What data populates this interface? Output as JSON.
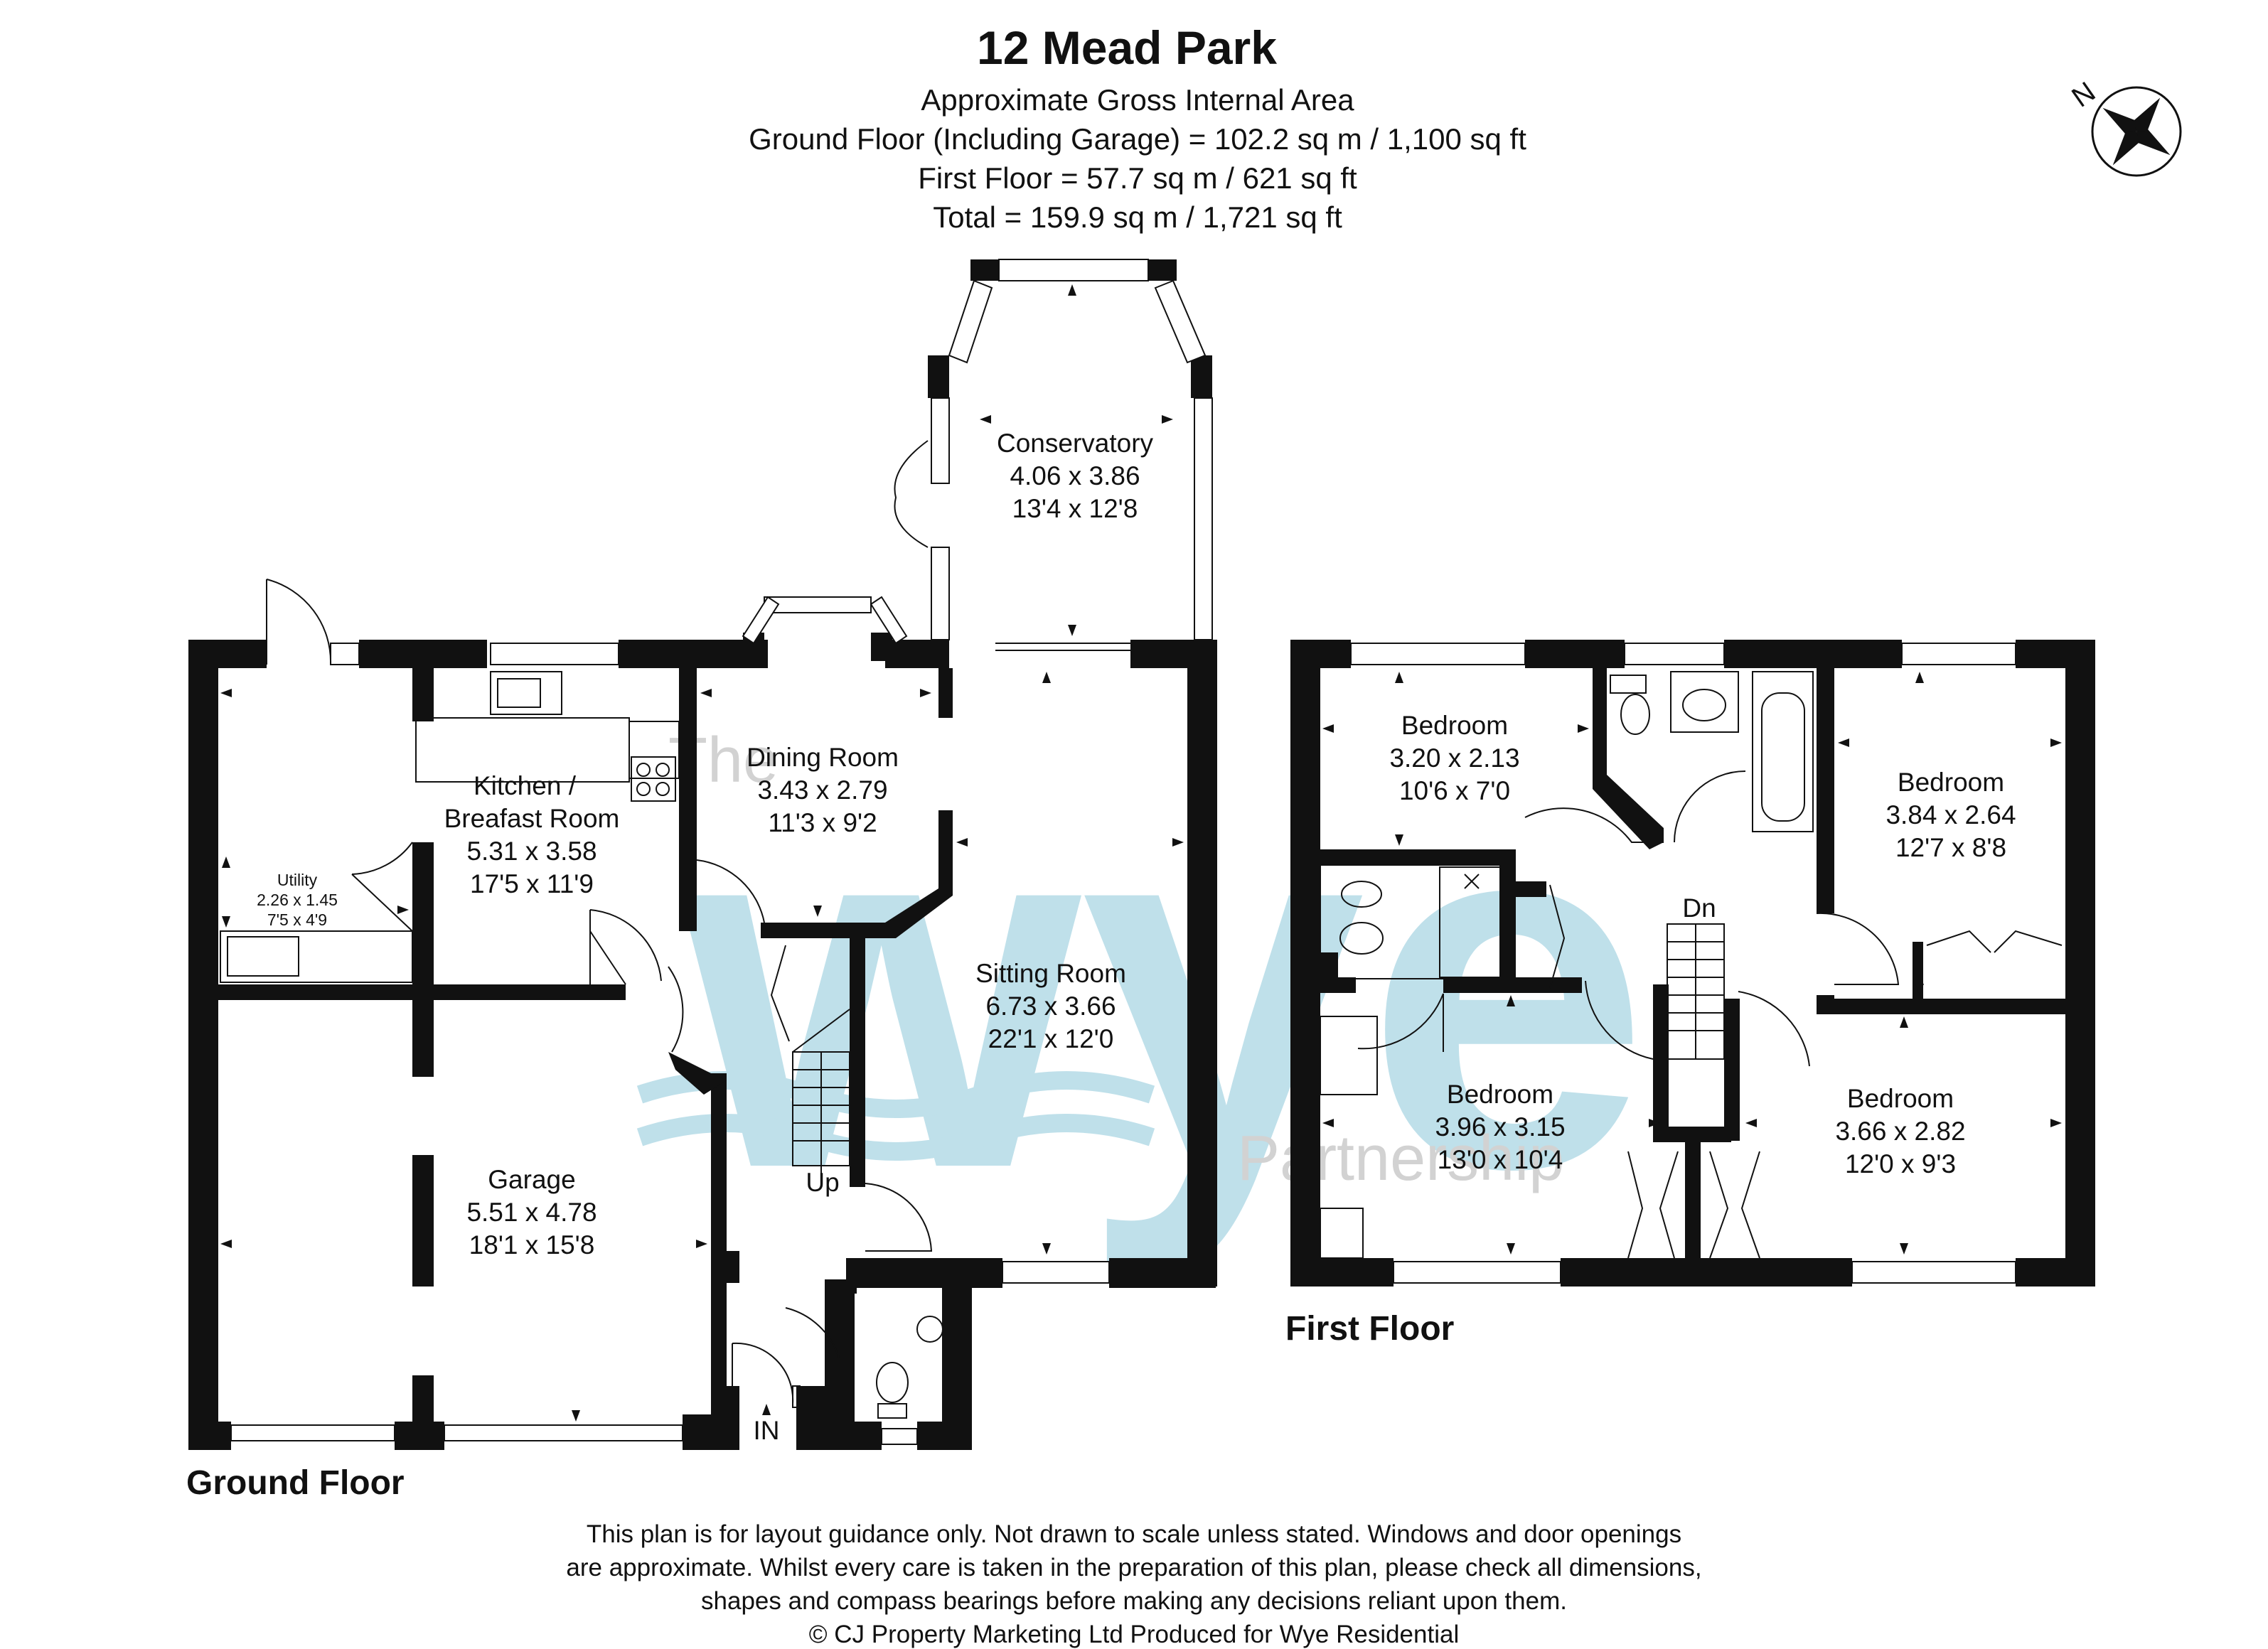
{
  "header": {
    "title": "12 Mead Park",
    "lines": [
      "Approximate Gross Internal Area",
      "Ground Floor (Including Garage) = 102.2 sq m / 1,100 sq ft",
      "First Floor = 57.7 sq m / 621 sq ft",
      "Total = 159.9 sq m / 1,721 sq ft"
    ]
  },
  "compass": {
    "label": "N"
  },
  "watermark": {
    "brand": "wye",
    "top": "The",
    "bottom": "Partnership",
    "color": "#bfe0ea"
  },
  "ground_floor": {
    "label": "Ground Floor",
    "rooms": {
      "conservatory": {
        "name": "Conservatory",
        "metric": "4.06 x 3.86",
        "imperial": "13'4 x 12'8"
      },
      "kitchen": {
        "name1": "Kitchen /",
        "name2": "Breafast Room",
        "metric": "5.31 x 3.58",
        "imperial": "17'5 x 11'9"
      },
      "dining": {
        "name": "Dining Room",
        "metric": "3.43 x 2.79",
        "imperial": "11'3 x 9'2"
      },
      "utility": {
        "name": "Utility",
        "metric": "2.26 x 1.45",
        "imperial": "7'5 x 4'9"
      },
      "sitting": {
        "name": "Sitting Room",
        "metric": "6.73 x 3.66",
        "imperial": "22'1 x 12'0"
      },
      "garage": {
        "name": "Garage",
        "metric": "5.51 x 4.78",
        "imperial": "18'1 x 15'8"
      }
    },
    "labels": {
      "up": "Up",
      "in": "IN"
    }
  },
  "first_floor": {
    "label": "First Floor",
    "rooms": {
      "bed1": {
        "name": "Bedroom",
        "metric": "3.20 x 2.13",
        "imperial": "10'6 x 7'0"
      },
      "bed2": {
        "name": "Bedroom",
        "metric": "3.84 x 2.64",
        "imperial": "12'7 x 8'8"
      },
      "bed3": {
        "name": "Bedroom",
        "metric": "3.96 x 3.15",
        "imperial": "13'0 x 10'4"
      },
      "bed4": {
        "name": "Bedroom",
        "metric": "3.66 x 2.82",
        "imperial": "12'0 x 9'3"
      }
    },
    "labels": {
      "dn": "Dn"
    }
  },
  "disclaimer": [
    "This plan is for layout guidance only. Not drawn to scale unless stated. Windows and door openings",
    "are approximate. Whilst every care is taken in the preparation of this plan, please check all dimensions,",
    "shapes and compass bearings before making any decisions reliant upon them.",
    "© CJ Property Marketing Ltd  Produced for Wye Residential"
  ]
}
